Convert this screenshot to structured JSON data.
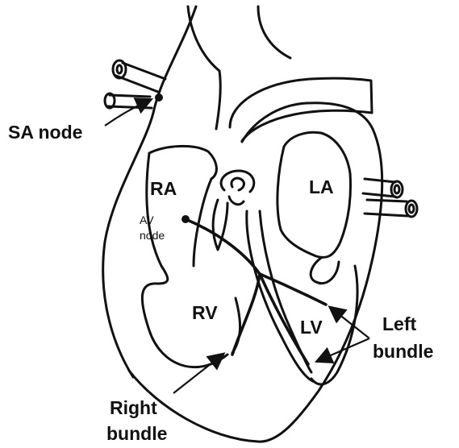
{
  "labels": {
    "sa_node": "SA node",
    "ra": "RA",
    "la": "LA",
    "av_node_line1": "AV",
    "av_node_line2": "node",
    "rv": "RV",
    "lv": "LV",
    "left_bundle_line1": "Left",
    "left_bundle_line2": "bundle",
    "right_bundle_line1": "Right",
    "right_bundle_line2": "bundle"
  },
  "colors": {
    "stroke": "#111111",
    "background": "#ffffff"
  }
}
